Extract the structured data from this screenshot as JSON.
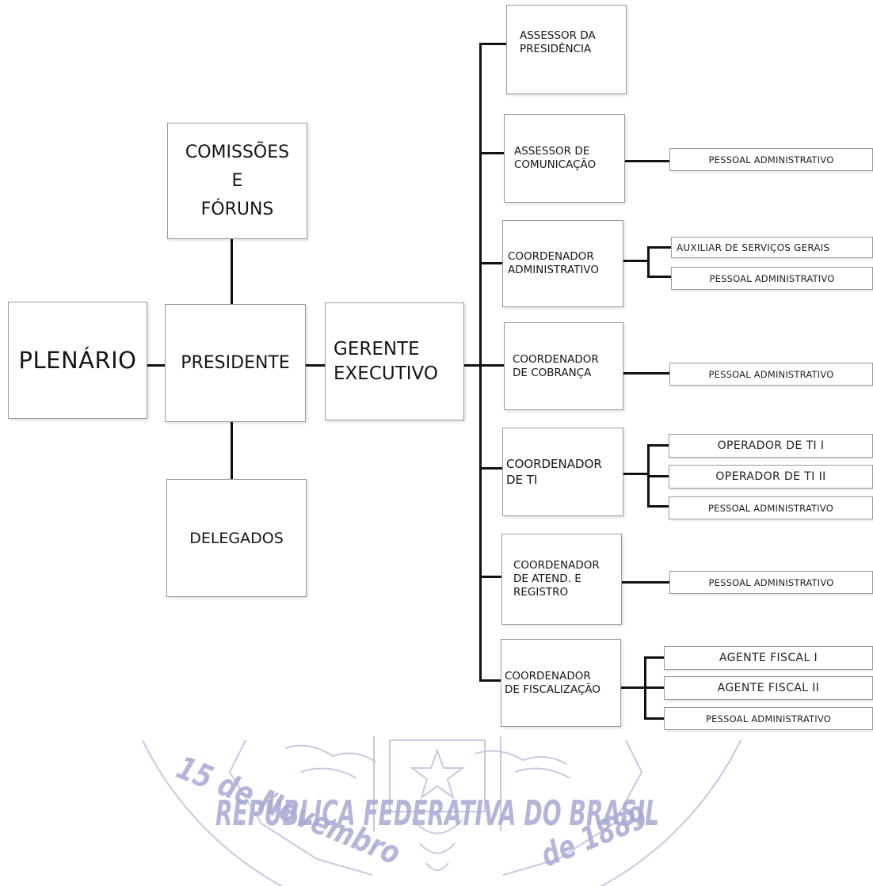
{
  "boxes": {
    "plenario": "PLENÁRIO",
    "presidente": "PRESIDENTE",
    "comissoes": "COMISSÕES\nE\nFÓRUNS",
    "delegados": "DELEGADOS",
    "gerente": "GERENTE\nEXECUTIVO",
    "assessor_presidencia": "ASSESSOR DA\nPRESIDÊNCIA",
    "assessor_comunicacao": "ASSESSOR DE\nCOMUNICAÇÃO",
    "coord_administrativo": "COORDENADOR\nADMINISTRATIVO",
    "coord_cobranca": "COORDENADOR\nDE COBRANÇA",
    "coord_ti": "COORDENADOR\nDE TI",
    "coord_atendimento": "COORDENADOR\nDE ATEND. E\nREGISTRO",
    "coord_fiscalizacao": "COORDENADOR\nDE FISCALIZAÇÃO"
  },
  "leaves": {
    "comunicacao_pessoal": "PESSOAL ADMINISTRATIVO",
    "administrativo_auxiliar": "AUXILIAR DE SERVIÇOS GERAIS",
    "administrativo_pessoal": "PESSOAL ADMINISTRATIVO",
    "cobranca_pessoal": "PESSOAL ADMINISTRATIVO",
    "ti_operador_1": "OPERADOR DE TI I",
    "ti_operador_2": "OPERADOR DE TI II",
    "ti_pessoal": "PESSOAL ADMINISTRATIVO",
    "atendimento_pessoal": "PESSOAL ADMINISTRATIVO",
    "fiscalizacao_agente_1": "AGENTE FISCAL I",
    "fiscalizacao_agente_2": "AGENTE FISCAL II",
    "fiscalizacao_pessoal": "PESSOAL ADMINISTRATIVO"
  },
  "watermark": {
    "arc_top": "REPÚBLICA FEDERATIVA DO BRASIL",
    "date_left": "15 de Novembro",
    "date_right": "de 1889"
  },
  "colors": {
    "connector": "#111111",
    "box_border": "#9a9a9a",
    "watermark": "#a9a9d4"
  }
}
